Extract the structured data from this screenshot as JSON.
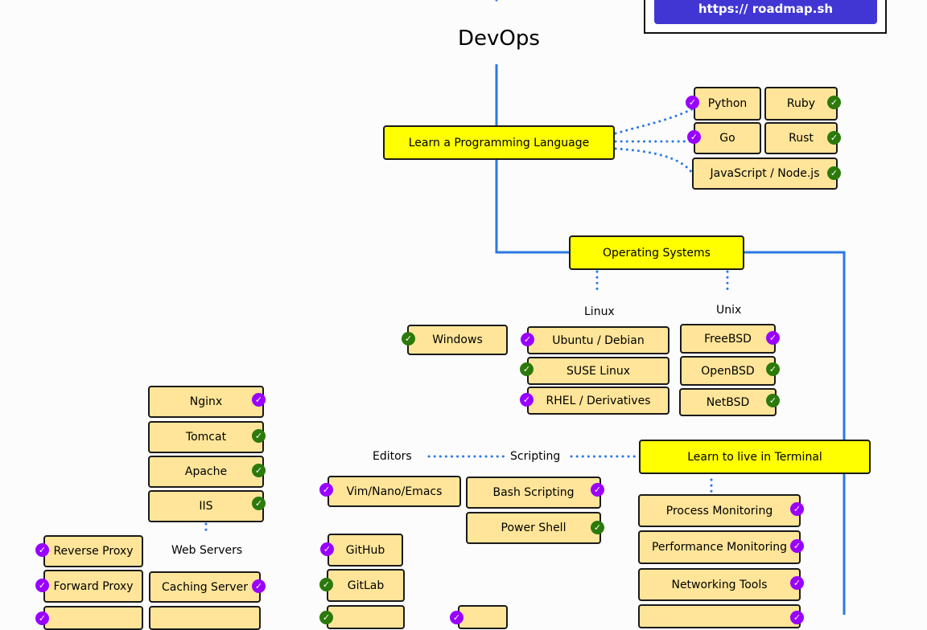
{
  "banner_url": "https:// roadmap.sh",
  "title": "DevOps",
  "colors": {
    "line": "#2b78e4",
    "node": "#ffe599",
    "primary": "#ffff00",
    "check_personal": "#9900ff",
    "check_alt": "#2b7a0b"
  },
  "nodes": [
    {
      "id": "learn-lang",
      "text": "Learn a Programming Language",
      "style": "yellow",
      "check": null
    },
    {
      "id": "python",
      "text": "Python",
      "style": "normal",
      "check": "purple"
    },
    {
      "id": "ruby",
      "text": "Ruby",
      "style": "normal",
      "check": "green"
    },
    {
      "id": "go",
      "text": "Go",
      "style": "normal",
      "check": "purple"
    },
    {
      "id": "rust",
      "text": "Rust",
      "style": "normal",
      "check": "green"
    },
    {
      "id": "javascript",
      "text": "JavaScript / Node.js",
      "style": "normal",
      "check": "green"
    },
    {
      "id": "os",
      "text": "Operating Systems",
      "style": "yellow",
      "check": null
    },
    {
      "id": "windows",
      "text": "Windows",
      "style": "normal",
      "check": "green"
    },
    {
      "id": "ubuntu",
      "text": "Ubuntu / Debian",
      "style": "normal",
      "check": "purple"
    },
    {
      "id": "suse",
      "text": "SUSE Linux",
      "style": "normal",
      "check": "green"
    },
    {
      "id": "rhel",
      "text": "RHEL / Derivatives",
      "style": "normal",
      "check": "purple"
    },
    {
      "id": "freebsd",
      "text": "FreeBSD",
      "style": "normal",
      "check": "purple"
    },
    {
      "id": "openbsd",
      "text": "OpenBSD",
      "style": "normal",
      "check": "green"
    },
    {
      "id": "netbsd",
      "text": "NetBSD",
      "style": "normal",
      "check": "green"
    },
    {
      "id": "terminal",
      "text": "Learn to live in Terminal",
      "style": "yellow",
      "check": null
    },
    {
      "id": "vim",
      "text": "Vim/Nano/Emacs",
      "style": "normal",
      "check": "purple"
    },
    {
      "id": "bash",
      "text": "Bash Scripting",
      "style": "normal",
      "check": "purple"
    },
    {
      "id": "powershell",
      "text": "Power Shell",
      "style": "normal",
      "check": "green"
    },
    {
      "id": "process-mon",
      "text": "Process Monitoring",
      "style": "normal",
      "check": "purple"
    },
    {
      "id": "perf-mon",
      "text": "Performance Monitoring",
      "style": "normal",
      "check": "purple"
    },
    {
      "id": "net-tools",
      "text": "Networking Tools",
      "style": "normal",
      "check": "purple"
    },
    {
      "id": "terminal-more",
      "text": "",
      "style": "normal",
      "check": "purple"
    },
    {
      "id": "nginx",
      "text": "Nginx",
      "style": "normal",
      "check": "purple"
    },
    {
      "id": "tomcat",
      "text": "Tomcat",
      "style": "normal",
      "check": "green"
    },
    {
      "id": "apache",
      "text": "Apache",
      "style": "normal",
      "check": "green"
    },
    {
      "id": "iis",
      "text": "IIS",
      "style": "normal",
      "check": "green"
    },
    {
      "id": "reverse-proxy",
      "text": "Reverse Proxy",
      "style": "normal",
      "check": "purple"
    },
    {
      "id": "forward-proxy",
      "text": "Forward Proxy",
      "style": "normal",
      "check": "purple"
    },
    {
      "id": "caching-server",
      "text": "Caching Server",
      "style": "normal",
      "check": "purple"
    },
    {
      "id": "proxy-more",
      "text": "",
      "style": "normal",
      "check": "purple"
    },
    {
      "id": "web-more",
      "text": "",
      "style": "normal",
      "check": null
    },
    {
      "id": "github",
      "text": "GitHub",
      "style": "normal",
      "check": "purple"
    },
    {
      "id": "gitlab",
      "text": "GitLab",
      "style": "normal",
      "check": "green"
    },
    {
      "id": "vcs-more",
      "text": "",
      "style": "normal",
      "check": "green"
    },
    {
      "id": "misc-more",
      "text": "",
      "style": "normal",
      "check": "purple"
    }
  ],
  "labels": [
    {
      "id": "linux",
      "text": "Linux"
    },
    {
      "id": "unix",
      "text": "Unix"
    },
    {
      "id": "editors",
      "text": "Editors"
    },
    {
      "id": "scripting",
      "text": "Scripting"
    },
    {
      "id": "web-servers",
      "text": "Web Servers"
    }
  ]
}
